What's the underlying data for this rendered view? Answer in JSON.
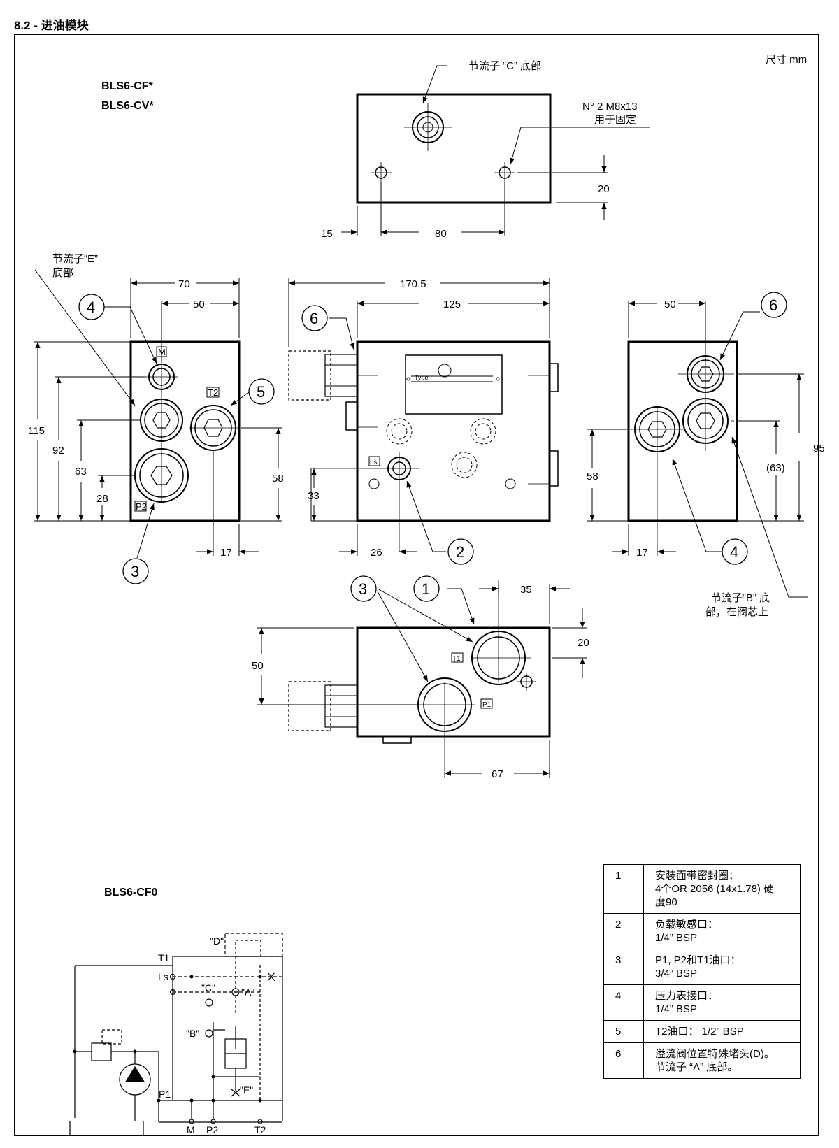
{
  "heading": "8.2 - 进油模块",
  "units": "尺寸  mm",
  "model_labels": [
    "BLS6-CF*",
    "BLS6-CV*"
  ],
  "schematic_title": "BLS6-CF0",
  "callouts": {
    "throttle_c": "节流子 “C” 底部",
    "fixing_line1": "N° 2 M8x13",
    "fixing_line2": "用于固定",
    "throttle_e_line1": "节流子“E”",
    "throttle_e_line2": "底部",
    "throttle_b_line1": "节流子“B” 底",
    "throttle_b_line2": "部，在阀芯上"
  },
  "top_view": {
    "dim_hole_y": "20",
    "dim_edge": "15",
    "dim_holes": "80"
  },
  "left_view": {
    "d70": "70",
    "d50": "50",
    "d115": "115",
    "d92": "92",
    "d63": "63",
    "d28": "28",
    "d58": "58",
    "d17": "17",
    "port_m": "M",
    "port_t2": "T2",
    "port_p2": "P2"
  },
  "front_view": {
    "d170": "170.5",
    "d125": "125",
    "d33": "33",
    "d26": "26",
    "nameplate": "Type",
    "port_ls": "Ls"
  },
  "right_view": {
    "d50": "50",
    "d95": "95",
    "d63": "(63)",
    "d58": "58",
    "d17": "17"
  },
  "bottom_view": {
    "d35": "35",
    "d20": "20",
    "d50": "50",
    "d67": "67",
    "port_t1": "T1",
    "port_p1": "P1"
  },
  "balloons": [
    "1",
    "2",
    "3",
    "4",
    "5",
    "6"
  ],
  "schematic": {
    "d": "\"D\"",
    "t1": "T1",
    "ls": "Ls",
    "c": "\"C\"",
    "a": "\"A\"",
    "b": "\"B\"",
    "e": "\"E\"",
    "p1": "P1",
    "m": "M",
    "p2": "P2",
    "t2": "T2"
  },
  "legend": [
    {
      "num": "1",
      "lines": [
        "安装面带密封圈：",
        "4个OR 2056 (14x1.78)  硬",
        "度90"
      ]
    },
    {
      "num": "2",
      "lines": [
        "负载敏感口：",
        "1/4” BSP"
      ]
    },
    {
      "num": "3",
      "lines": [
        "P1, P2和T1油口：",
        "3/4” BSP"
      ]
    },
    {
      "num": "4",
      "lines": [
        "压力表接口：",
        "1/4” BSP"
      ]
    },
    {
      "num": "5",
      "lines": [
        "T2油口：   1/2” BSP"
      ]
    },
    {
      "num": "6",
      "lines": [
        "溢流阀位置特殊堵头(D)。",
        "节流子 “A” 底部。"
      ]
    }
  ]
}
